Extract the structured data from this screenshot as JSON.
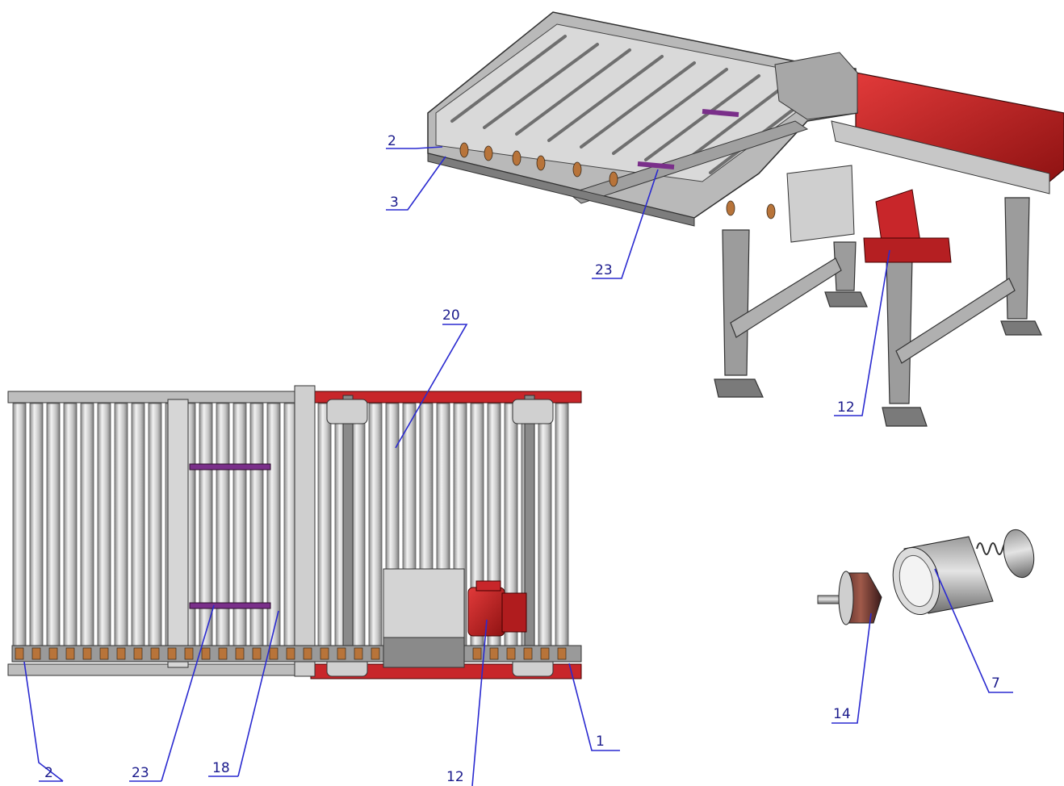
{
  "colors": {
    "frame_grey": "#a9a9a9",
    "roller_grey": "#c8c8c8",
    "dark_edge": "#3a3a3a",
    "drive_red": "#c8262a",
    "rubber_purple": "#7a2f8a",
    "bronze": "#b8743a",
    "leader_blue": "#2a2ad0",
    "label_ink": "#1a1a8c"
  },
  "views": {
    "isometric": {
      "callouts": [
        "2",
        "3",
        "23",
        "12"
      ]
    },
    "top_plan": {
      "callouts": [
        "20",
        "2",
        "23",
        "18",
        "12",
        "1"
      ]
    },
    "exploded_detail": {
      "callouts": [
        "14",
        "7"
      ]
    }
  },
  "callouts": {
    "iso_2": "2",
    "iso_3": "3",
    "iso_23": "23",
    "iso_12": "12",
    "top_20": "20",
    "top_2": "2",
    "top_23": "23",
    "top_18": "18",
    "top_12": "12",
    "top_1": "1",
    "det_14": "14",
    "det_7": "7"
  }
}
